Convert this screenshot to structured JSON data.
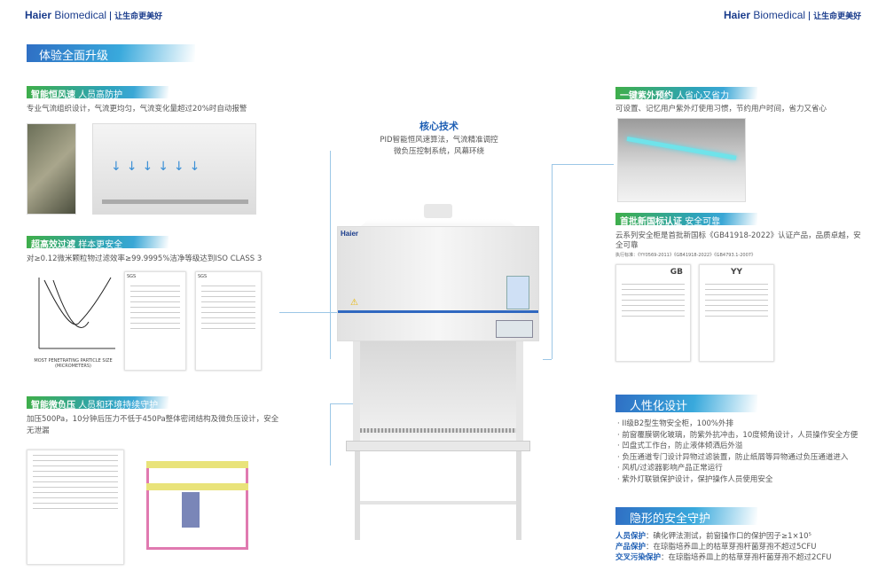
{
  "header": {
    "brand": "Haier",
    "brand_suffix": "Biomedical",
    "slogan": "让生命更美好"
  },
  "section_title": "体验全面升级",
  "core": {
    "title": "核心技术",
    "line1": "PID智能恒风速算法，气流精准调控",
    "line2": "微负压控制系统，风幕环绕"
  },
  "left": [
    {
      "title": "智能恒风速",
      "subtitle": "人员高防护",
      "text": "专业气流组织设计，气流更均匀，气流变化量超过20%时自动报警"
    },
    {
      "title": "超高效过滤",
      "subtitle": "样本更安全",
      "text": "对≥0.12微米颗粒物过滤效率≥99.9995%洁净等级达到ISO CLASS 3",
      "chart_label": "MOST PENETRATING PARTICLE SIZE (MICROMETERS)",
      "doc_label": "SGS"
    },
    {
      "title": "智能微负压",
      "subtitle": "人员和环境持续守护",
      "text": "加压500Pa，10分钟后压力不低于450Pa整体密闭结构及微负压设计，安全无泄漏"
    }
  ],
  "right": [
    {
      "title": "一键紫外预约",
      "subtitle": "人省心又省力",
      "text": "可设置、记忆用户紫外灯使用习惯，节约用户时间，省力又省心"
    },
    {
      "title": "首批新国标认证",
      "subtitle": "安全可靠",
      "text": "云系列安全柜是首批新国标《GB41918-2022》认证产品，品质卓越，安全可靠",
      "standards": "执行标准：《YY0569-2011》《GB41918-2022》《GB4793.1-2007》",
      "doc1": "GB",
      "doc2": "YY"
    }
  ],
  "design": {
    "title": "人性化设计",
    "items": [
      "II级B2型生物安全柜，100%外排",
      "前窗覆膜钢化玻璃，防紫外抗冲击，10度倾角设计，人员操作安全方便",
      "凹盘式工作台，防止液体倾洒后外溢",
      "负压通道专门设计异物过滤装置，防止纸屑等异物通过负压通道进入",
      "风机/过滤器影响产品正常运行",
      "紫外灯联锁保护设计，保护操作人员使用安全"
    ]
  },
  "safety": {
    "title": "隐形的安全守护",
    "items": [
      {
        "label": "人员保护",
        "text": "：碘化钾法测试，前窗操作口的保护因子≥1×10⁵"
      },
      {
        "label": "产品保护",
        "text": "：在琼脂培养皿上的枯草芽孢杆菌芽孢不超过5CFU"
      },
      {
        "label": "交叉污染保护",
        "text": "：在琼脂培养皿上的枯草芽孢杆菌芽孢不超过2CFU"
      }
    ]
  },
  "cabinet_brand": "Haier",
  "colors": {
    "brand_blue": "#1a3c8c",
    "accent_blue": "#2f6fc4",
    "green": "#3fae49"
  }
}
